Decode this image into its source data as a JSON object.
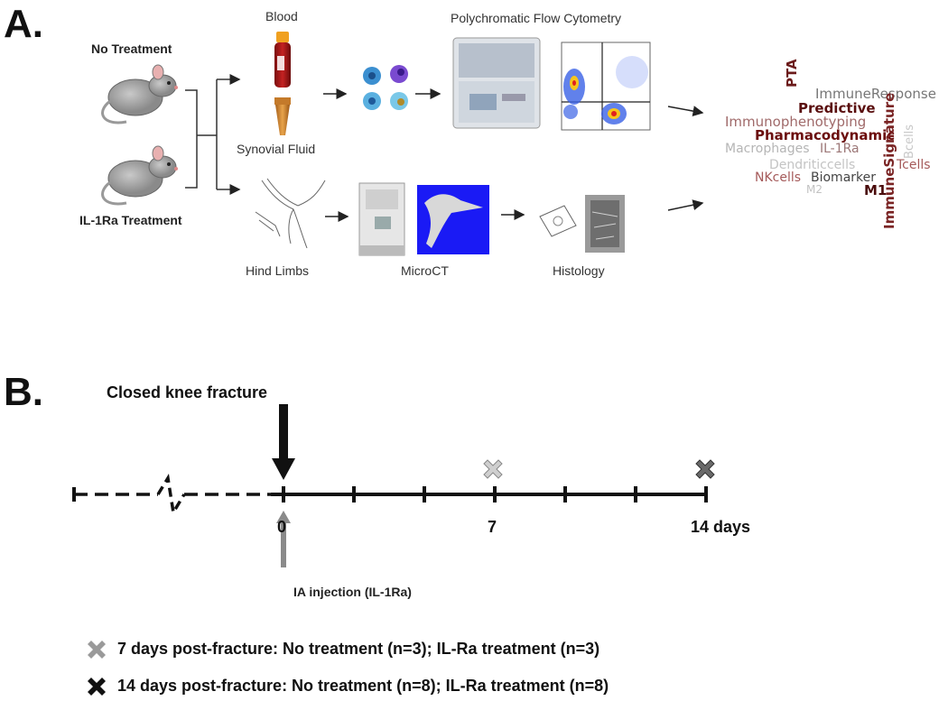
{
  "panel_a": {
    "label": "A.",
    "no_treatment": "No Treatment",
    "il1ra_treatment": "IL-1Ra Treatment",
    "blood": "Blood",
    "synovial_fluid": "Synovial Fluid",
    "hind_limbs": "Hind Limbs",
    "microct": "MicroCT",
    "histology": "Histology",
    "flow_cytometry": "Polychromatic Flow Cytometry",
    "word_cloud": [
      {
        "text": "PTA",
        "color": "#6b1a1a"
      },
      {
        "text": "ImmuneResponse",
        "color": "#777777"
      },
      {
        "text": "Predictive",
        "color": "#5a0f0f"
      },
      {
        "text": "Immunophenotyping",
        "color": "#a06a6a"
      },
      {
        "text": "Pharmacodynamic",
        "color": "#6b0d0d"
      },
      {
        "text": "Macrophages",
        "color": "#b5b5b5"
      },
      {
        "text": "IL-1Ra",
        "color": "#9c7777"
      },
      {
        "text": "Dendriticcells",
        "color": "#c4c4c4"
      },
      {
        "text": "ImmuneSignature",
        "color": "#7a2424"
      },
      {
        "text": "Bcells",
        "color": "#c8c8c8"
      },
      {
        "text": "Tcells",
        "color": "#a55a5a"
      },
      {
        "text": "NKcells",
        "color": "#a55a5a"
      },
      {
        "text": "Biomarker",
        "color": "#444444"
      },
      {
        "text": "M2",
        "color": "#c2c2c2"
      },
      {
        "text": "M1",
        "color": "#4a0c0c"
      }
    ]
  },
  "panel_b": {
    "label": "B.",
    "fracture_label": "Closed knee fracture",
    "tick_0": "0",
    "tick_7": "7",
    "tick_14": "14 days",
    "injection_label": "IA injection (IL-1Ra)",
    "legend": [
      {
        "text": "7 days post-fracture:  No treatment (n=3); IL-Ra treatment (n=3)",
        "color": "#9a9a9a"
      },
      {
        "text": "14 days post-fracture:  No treatment (n=8); IL-Ra treatment (n=8)",
        "color": "#111111"
      }
    ]
  }
}
